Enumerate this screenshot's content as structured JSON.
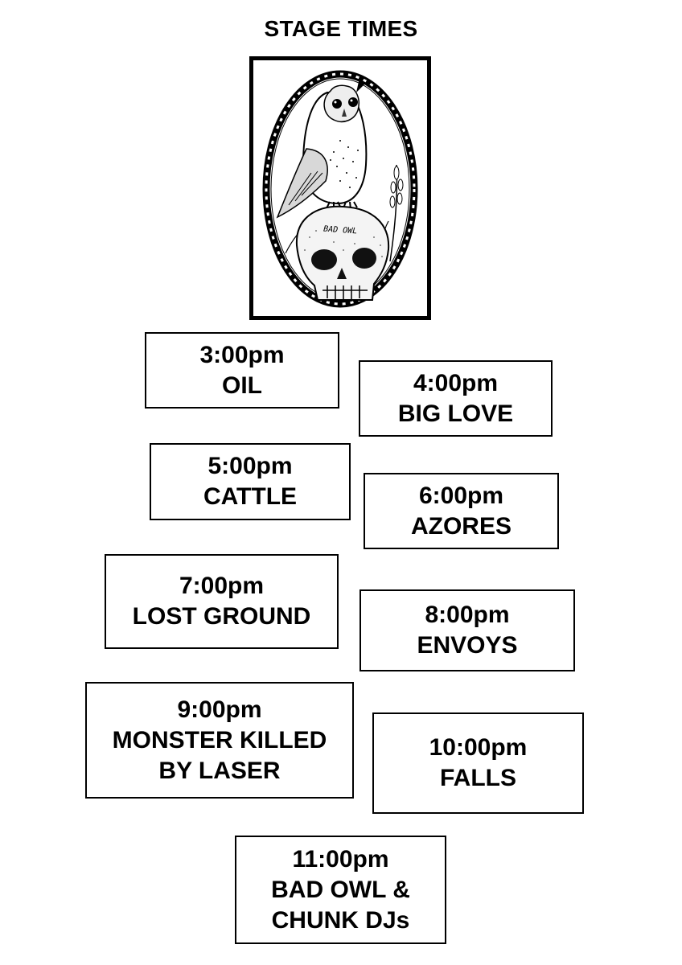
{
  "title": "STAGE TIMES",
  "artwork": {
    "logo_text": "BAD OWL",
    "subject": "owl-on-skull-illustration"
  },
  "schedule": [
    {
      "time": "3:00pm",
      "lines": [
        "OIL"
      ]
    },
    {
      "time": "4:00pm",
      "lines": [
        "BIG LOVE"
      ]
    },
    {
      "time": "5:00pm",
      "lines": [
        "CATTLE"
      ]
    },
    {
      "time": "6:00pm",
      "lines": [
        "AZORES"
      ]
    },
    {
      "time": "7:00pm",
      "lines": [
        "LOST GROUND"
      ]
    },
    {
      "time": "8:00pm",
      "lines": [
        "ENVOYS"
      ]
    },
    {
      "time": "9:00pm",
      "lines": [
        "MONSTER KILLED",
        "BY LASER"
      ]
    },
    {
      "time": "10:00pm",
      "lines": [
        "FALLS"
      ]
    },
    {
      "time": "11:00pm",
      "lines": [
        "BAD OWL &",
        "CHUNK DJs"
      ]
    }
  ]
}
